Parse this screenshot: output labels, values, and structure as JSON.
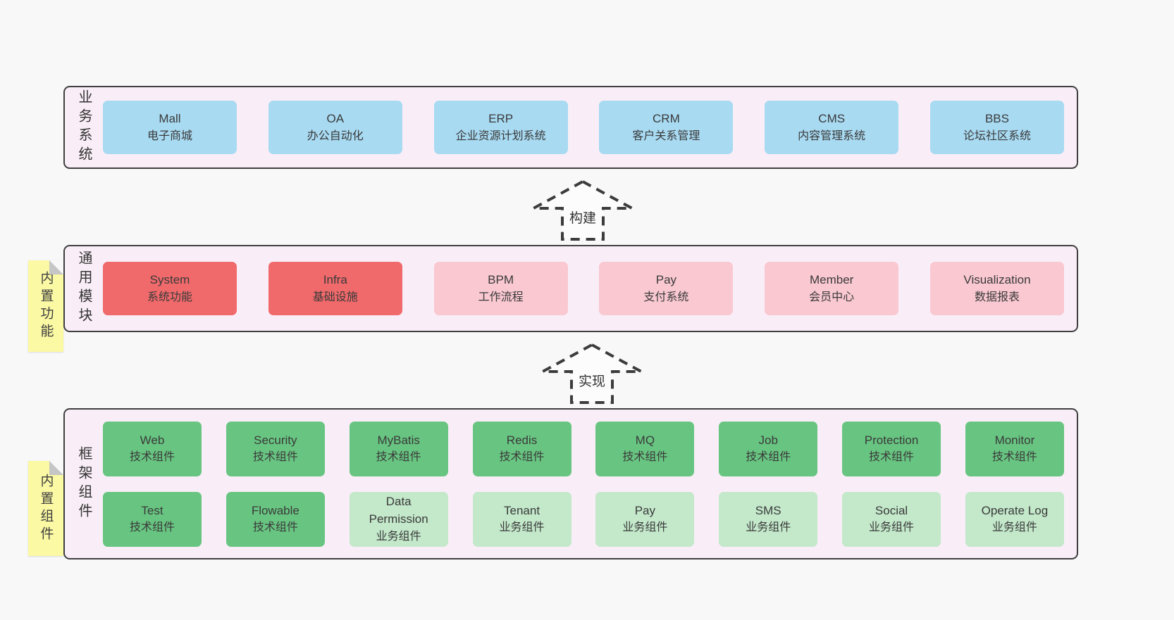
{
  "colors": {
    "canvas_bg": "#f8f8f8",
    "panel_bg": "#f9eef7",
    "panel_border": "#3f3f3f",
    "blue": "#a8daf2",
    "red": "#f0696b",
    "pink": "#f9c8d1",
    "green": "#68c581",
    "green_light": "#c3e8ca",
    "note_yellow": "#fbf9a3",
    "arrow_stroke": "#3c3c3c"
  },
  "layers": {
    "business": {
      "label": "业务系统",
      "boxes": [
        {
          "name": "Mall",
          "subtitle": "电子商城",
          "variant": "blue"
        },
        {
          "name": "OA",
          "subtitle": "办公自动化",
          "variant": "blue"
        },
        {
          "name": "ERP",
          "subtitle": "企业资源计划系统",
          "variant": "blue"
        },
        {
          "name": "CRM",
          "subtitle": "客户关系管理",
          "variant": "blue"
        },
        {
          "name": "CMS",
          "subtitle": "内容管理系统",
          "variant": "blue"
        },
        {
          "name": "BBS",
          "subtitle": "论坛社区系统",
          "variant": "blue"
        }
      ]
    },
    "modules": {
      "label": "通用模块",
      "note": "内置功能",
      "boxes": [
        {
          "name": "System",
          "subtitle": "系统功能",
          "variant": "red"
        },
        {
          "name": "Infra",
          "subtitle": "基础设施",
          "variant": "red"
        },
        {
          "name": "BPM",
          "subtitle": "工作流程",
          "variant": "pink"
        },
        {
          "name": "Pay",
          "subtitle": "支付系统",
          "variant": "pink"
        },
        {
          "name": "Member",
          "subtitle": "会员中心",
          "variant": "pink"
        },
        {
          "name": "Visualization",
          "subtitle": "数据报表",
          "variant": "pink"
        }
      ]
    },
    "components": {
      "label": "框架组件",
      "note": "内置组件",
      "rows": [
        [
          {
            "name": "Web",
            "subtitle": "技术组件",
            "variant": "green"
          },
          {
            "name": "Security",
            "subtitle": "技术组件",
            "variant": "green"
          },
          {
            "name": "MyBatis",
            "subtitle": "技术组件",
            "variant": "green"
          },
          {
            "name": "Redis",
            "subtitle": "技术组件",
            "variant": "green"
          },
          {
            "name": "MQ",
            "subtitle": "技术组件",
            "variant": "green"
          },
          {
            "name": "Job",
            "subtitle": "技术组件",
            "variant": "green"
          },
          {
            "name": "Protection",
            "subtitle": "技术组件",
            "variant": "green"
          },
          {
            "name": "Monitor",
            "subtitle": "技术组件",
            "variant": "green"
          }
        ],
        [
          {
            "name": "Test",
            "subtitle": "技术组件",
            "variant": "green"
          },
          {
            "name": "Flowable",
            "subtitle": "技术组件",
            "variant": "green"
          },
          {
            "name": "Data Permission",
            "subtitle": "业务组件",
            "variant": "green_light"
          },
          {
            "name": "Tenant",
            "subtitle": "业务组件",
            "variant": "green_light"
          },
          {
            "name": "Pay",
            "subtitle": "业务组件",
            "variant": "green_light"
          },
          {
            "name": "SMS",
            "subtitle": "业务组件",
            "variant": "green_light"
          },
          {
            "name": "Social",
            "subtitle": "业务组件",
            "variant": "green_light"
          },
          {
            "name": "Operate Log",
            "subtitle": "业务组件",
            "variant": "green_light"
          }
        ]
      ]
    }
  },
  "arrows": [
    {
      "label": "构建"
    },
    {
      "label": "实现"
    }
  ]
}
